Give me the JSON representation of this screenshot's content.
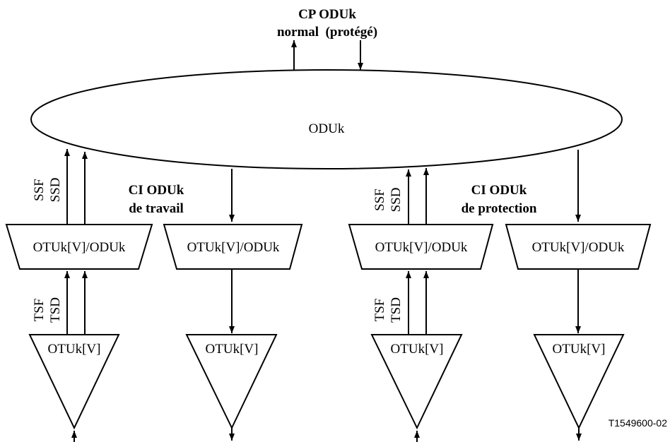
{
  "header": {
    "line1": "CP ODUk",
    "line2": "normal  (protégé)"
  },
  "main_block": {
    "label": "ODUk"
  },
  "groups": {
    "working": {
      "line1": "CI ODUk",
      "line2": "de travail"
    },
    "protection": {
      "line1": "CI ODUk",
      "line2": "de protection"
    }
  },
  "adaptation_label": "OTUk[V]/ODUk",
  "termination_label": "OTUk[V]",
  "signals": {
    "ssf": "SSF",
    "ssd": "SSD",
    "tsf": "TSF",
    "tsd": "TSD"
  },
  "figure_id": "T1549600-02",
  "colors": {
    "line": "#000000",
    "background": "#ffffff"
  }
}
